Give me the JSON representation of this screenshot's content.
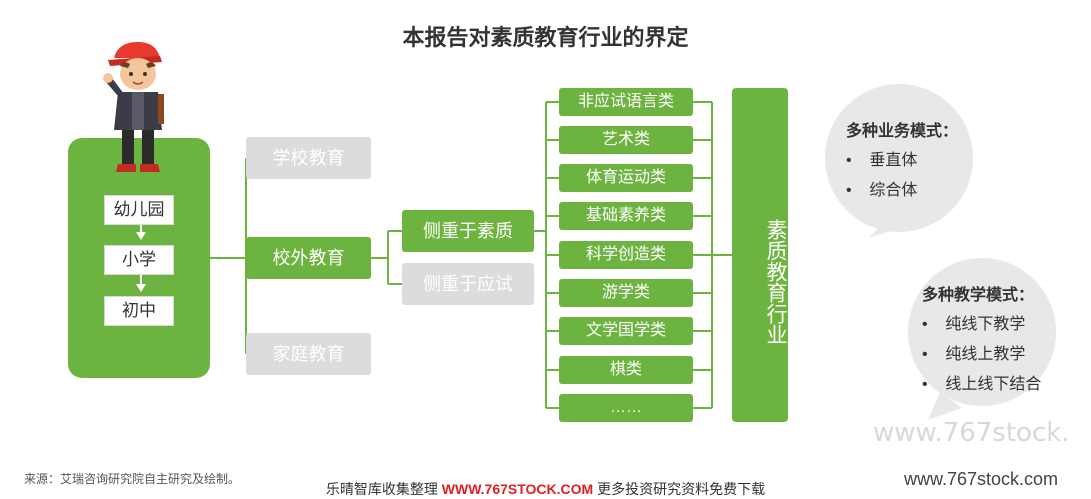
{
  "title": "本报告对素质教育行业的界定",
  "stages": [
    "幼儿园",
    "小学",
    "初中"
  ],
  "categories": {
    "school": "学校教育",
    "outside": "校外教育",
    "family": "家庭教育"
  },
  "focus": {
    "quality": "侧重于素质",
    "exam": "侧重于应试"
  },
  "subcategories": [
    "非应试语言类",
    "艺术类",
    "体育运动类",
    "基础素养类",
    "科学创造类",
    "游学类",
    "文学国学类",
    "棋类",
    "……"
  ],
  "industry_label": "素质教育行业",
  "business_modes": {
    "heading": "多种业务模式：",
    "items": [
      "垂直体",
      "综合体"
    ]
  },
  "teaching_modes": {
    "heading": "多种教学模式：",
    "items": [
      "纯线下教学",
      "纯线上教学",
      "线上线下结合"
    ]
  },
  "source_note": "来源：艾瑞咨询研究院自主研究及绘制。",
  "footer": {
    "prefix": "乐晴智库收集整理 ",
    "site": "WWW.767STOCK.COM",
    "suffix": " 更多投资研究资料免费下载"
  },
  "watermark_big": "www.767stock.",
  "watermark_small": "www.767stock.com",
  "colors": {
    "green": "#6db33f",
    "gray": "#dcdcdc",
    "bubble": "#e8e8e8"
  }
}
